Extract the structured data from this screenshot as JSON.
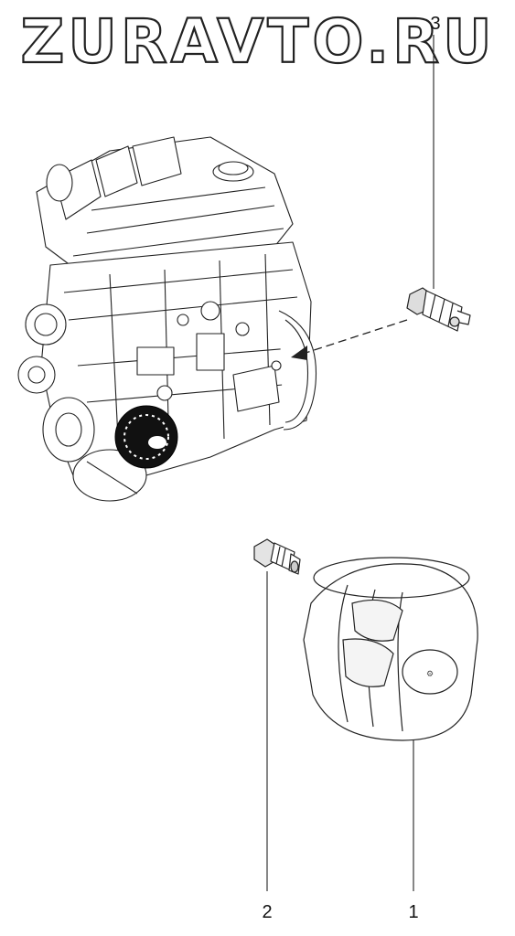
{
  "watermark": {
    "text": "ZURAVTO.RU"
  },
  "callouts": [
    {
      "id": "1",
      "label": "1",
      "part": "oil-filter"
    },
    {
      "id": "2",
      "label": "2",
      "part": "oil-pressure-sensor-fitting"
    },
    {
      "id": "3",
      "label": "3",
      "part": "oil-pressure-switch"
    }
  ]
}
